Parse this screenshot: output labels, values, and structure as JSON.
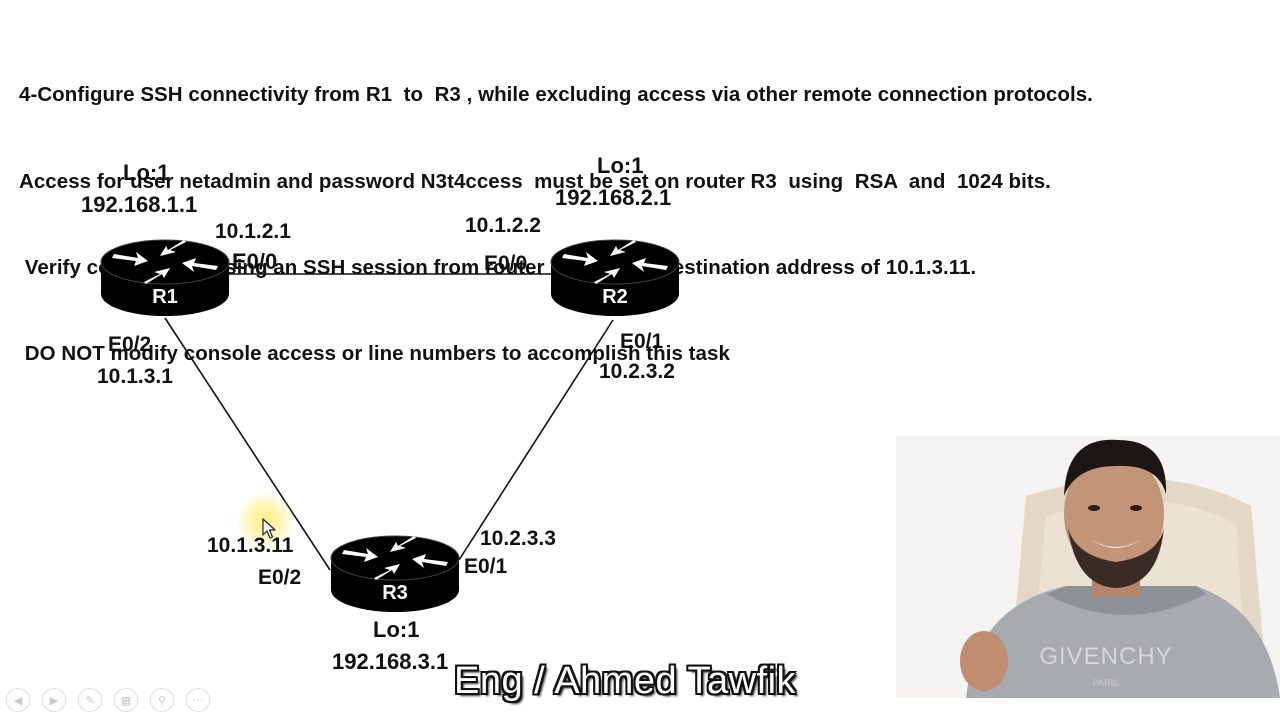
{
  "task": {
    "lines": [
      "4-Configure SSH connectivity from R1  to  R3 , while excluding access via other remote connection protocols.",
      "Access for user netadmin and password N3t4ccess  must be set on router R3  using  RSA  and  1024 bits.",
      " Verify connectivity using an SSH session from router R1 using a destination address of 10.1.3.11.",
      " DO NOT modify console access or line numbers to accomplish this task"
    ]
  },
  "routers": {
    "r1": {
      "name": "R1",
      "loopback_label": "Lo:1",
      "loopback_ip": "192.168.1.1",
      "e00_ip": "10.1.2.1",
      "e00_label": "E0/0",
      "e02_label": "E0/2",
      "e02_ip": "10.1.3.1"
    },
    "r2": {
      "name": "R2",
      "loopback_label": "Lo:1",
      "loopback_ip": "192.168.2.1",
      "e00_ip": "10.1.2.2",
      "e00_label": "E0/0",
      "e01_label": "E0/1",
      "e01_ip": "10.2.3.2"
    },
    "r3": {
      "name": "R3",
      "loopback_label": "Lo:1",
      "loopback_ip": "192.168.3.1",
      "e02_ip": "10.1.3.11",
      "e02_label": "E0/2",
      "e01_ip": "10.2.3.3",
      "e01_label": "E0/1"
    }
  },
  "caption": "Eng / Ahmed Tawfik",
  "icons": {
    "router": "router-icon",
    "cursor": "mouse-pointer-icon",
    "player": [
      "previous-icon",
      "next-icon",
      "pen-icon",
      "slides-icon",
      "zoom-icon",
      "more-icon"
    ]
  },
  "colors": {
    "router_body": "#000000",
    "router_arrows": "#ffffff",
    "text": "#111111",
    "caption_text": "#ffffff",
    "caption_outline": "#111111"
  }
}
